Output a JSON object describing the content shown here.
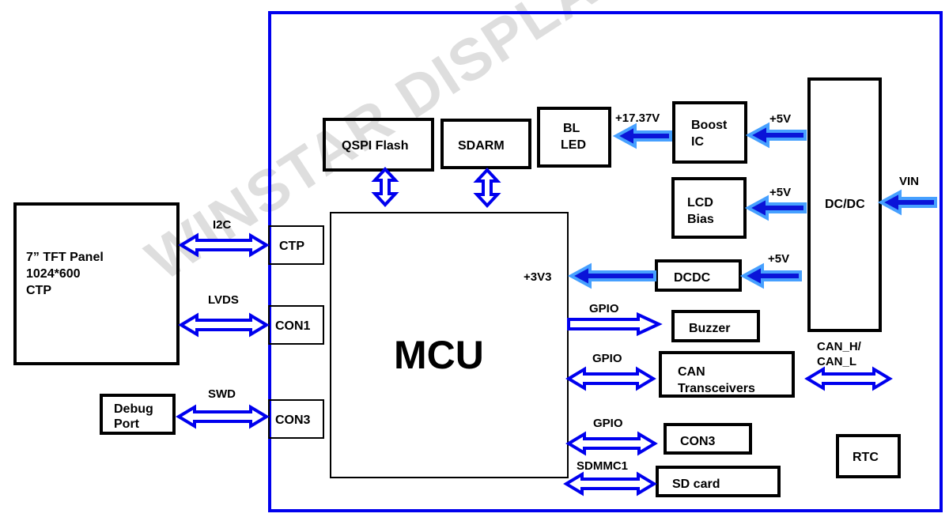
{
  "watermark": "WINSTAR DISPLAY CO., LTD.",
  "colors": {
    "frame": "#0000ee",
    "bus_arrow": "#0000ee",
    "power_arrow_fill": "#0a14d8",
    "power_arrow_glow": "#46a0ff"
  },
  "blocks": {
    "tft_panel": [
      "7” TFT Panel",
      "1024*600",
      "CTP"
    ],
    "debug_port": [
      "Debug",
      "Port"
    ],
    "ctp": "CTP",
    "con1": "CON1",
    "con3_left": "CON3",
    "qspi_flash": "QSPI Flash",
    "sdarm": "SDARM",
    "bl_led": [
      "BL",
      "LED"
    ],
    "boost_ic": [
      "Boost",
      "IC"
    ],
    "lcd_bias": [
      "LCD",
      "Bias"
    ],
    "dcdc_small": "DCDC",
    "dcdc_main": "DC/DC",
    "mcu": "MCU",
    "buzzer": "Buzzer",
    "can_transceivers": [
      "CAN",
      "Transceivers"
    ],
    "con3_right": "CON3",
    "sd_card": "SD card",
    "rtc": "RTC"
  },
  "signals": {
    "i2c": "I2C",
    "lvds": "LVDS",
    "swd": "SWD",
    "v17": "+17.37V",
    "v5_boost": "+5V",
    "v5_bias": "+5V",
    "v5_dcdc": "+5V",
    "vin": "VIN",
    "v3v3": "+3V3",
    "gpio_buzzer": "GPIO",
    "gpio_can": "GPIO",
    "gpio_con3": "GPIO",
    "sdmmc1": "SDMMC1",
    "can_hl": [
      "CAN_H/",
      "CAN_L"
    ]
  }
}
